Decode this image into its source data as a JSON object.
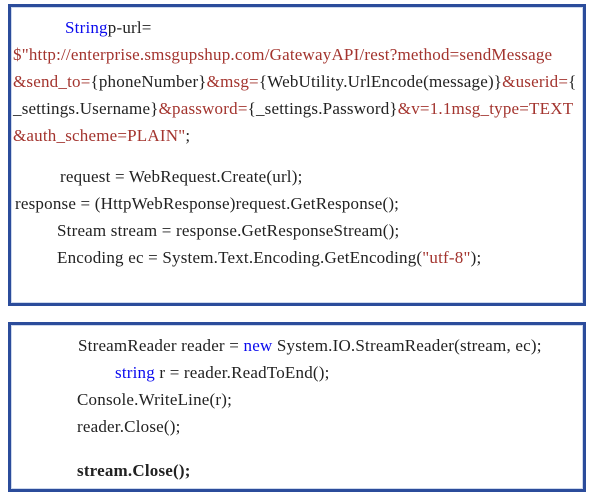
{
  "colors": {
    "border": "#2b4c9b",
    "keyword": "#0a0aee",
    "string": "#a3342e",
    "plain": "#222222",
    "background": "#ffffff"
  },
  "boxes": [
    {
      "name": "code-box-url-request",
      "lines": [
        {
          "indent": 54,
          "segments": [
            {
              "text": "String",
              "color": "keyword"
            },
            {
              "text": "p-url=",
              "color": "plain"
            }
          ]
        },
        {
          "indent": 2,
          "segments": [
            {
              "text": "$\"http://enterprise.smsgupshup.com/GatewayAPI/rest?method=sendMessage",
              "color": "string"
            }
          ]
        },
        {
          "indent": 2,
          "segments": [
            {
              "text": "&send_to=",
              "color": "string"
            },
            {
              "text": "{phoneNumber}",
              "color": "plain"
            },
            {
              "text": "&msg=",
              "color": "string"
            },
            {
              "text": "{WebUtility.UrlEncode(message)}",
              "color": "plain"
            },
            {
              "text": "&userid=",
              "color": "string"
            },
            {
              "text": "{",
              "color": "plain"
            }
          ]
        },
        {
          "indent": 2,
          "segments": [
            {
              "text": "_settings.Username}",
              "color": "plain"
            },
            {
              "text": "&password=",
              "color": "string"
            },
            {
              "text": "{_settings.Password}",
              "color": "plain"
            },
            {
              "text": "&v=1.1msg_type=TEXT",
              "color": "string"
            }
          ]
        },
        {
          "indent": 2,
          "segments": [
            {
              "text": "&auth_scheme=PLAIN\"",
              "color": "string"
            },
            {
              "text": ";",
              "color": "plain"
            }
          ]
        },
        {
          "spacer": 14
        },
        {
          "indent": 49,
          "segments": [
            {
              "text": "request = WebRequest.Create(url);",
              "color": "plain"
            }
          ]
        },
        {
          "indent": 4,
          "segments": [
            {
              "text": "response = (HttpWebResponse)request.GetResponse();",
              "color": "plain"
            }
          ]
        },
        {
          "indent": 46,
          "segments": [
            {
              "text": "Stream stream = response.GetResponseStream();",
              "color": "plain"
            }
          ]
        },
        {
          "indent": 46,
          "segments": [
            {
              "text": "Encoding ec = System.Text.Encoding.GetEncoding(",
              "color": "plain"
            },
            {
              "text": "\"utf-8\"",
              "color": "string"
            },
            {
              "text": ");",
              "color": "plain"
            }
          ]
        }
      ]
    },
    {
      "name": "code-box-stream-reader",
      "lines": [
        {
          "indent": 67,
          "segments": [
            {
              "text": "StreamReader reader = ",
              "color": "plain"
            },
            {
              "text": "new",
              "color": "keyword"
            },
            {
              "text": " System.IO.StreamReader(stream, ec);",
              "color": "plain"
            }
          ]
        },
        {
          "indent": 104,
          "segments": [
            {
              "text": "string",
              "color": "keyword"
            },
            {
              "text": " r = reader.ReadToEnd();",
              "color": "plain"
            }
          ]
        },
        {
          "indent": 66,
          "segments": [
            {
              "text": "Console.WriteLine(r);",
              "color": "plain"
            }
          ]
        },
        {
          "indent": 66,
          "segments": [
            {
              "text": "reader.Close();",
              "color": "plain"
            }
          ]
        },
        {
          "spacer": 17
        },
        {
          "indent": 66,
          "segments": [
            {
              "text": "stream.Close();",
              "color": "plain",
              "bold": true
            }
          ]
        }
      ]
    }
  ]
}
